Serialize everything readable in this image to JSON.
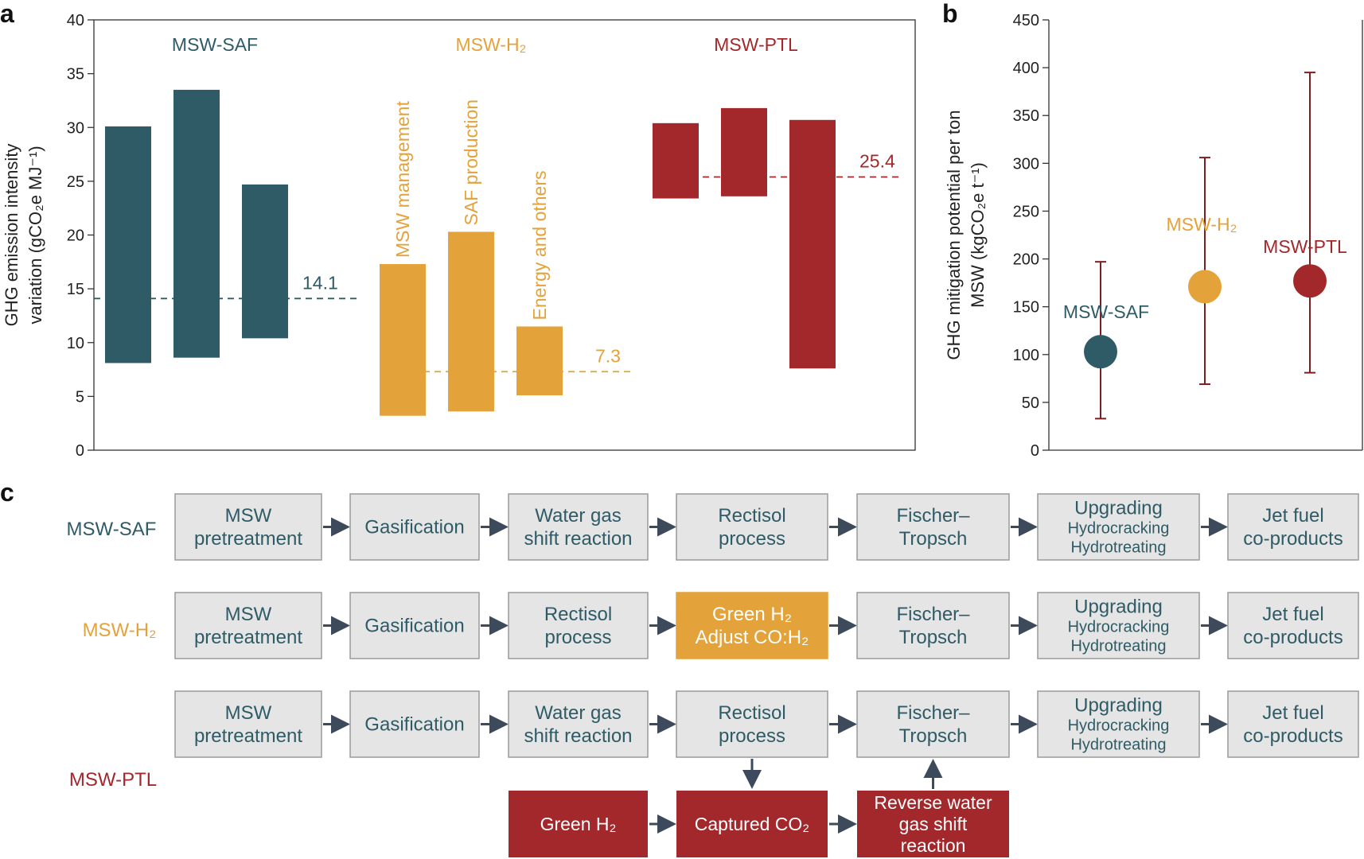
{
  "colors": {
    "saf": "#2e5b66",
    "h2": "#e4a23b",
    "ptl": "#a3282b",
    "box_fill": "#e5e5e5",
    "box_stroke": "#9a9a9a",
    "arrow": "#3c4a5c"
  },
  "panel_labels": [
    "a",
    "b",
    "c"
  ],
  "chart_data": [
    {
      "type": "bar",
      "panel": "a",
      "ylabel_lines": [
        "GHG emission intensity",
        "variation (gCO₂e MJ⁻¹)"
      ],
      "ylim": [
        0,
        40
      ],
      "yticks": [
        0,
        5,
        10,
        15,
        20,
        25,
        30,
        35,
        40
      ],
      "series": [
        {
          "name": "MSW-SAF",
          "color_key": "saf",
          "bar_labels": [
            "",
            "",
            ""
          ],
          "ranges": [
            [
              8.1,
              30.1
            ],
            [
              8.6,
              33.5
            ],
            [
              10.4,
              24.7
            ]
          ],
          "reference": 14.1,
          "reference_label": "14.1"
        },
        {
          "name": "MSW-H₂",
          "color_key": "h2",
          "bar_labels": [
            "MSW management",
            "SAF production",
            "Energy and others"
          ],
          "ranges": [
            [
              3.2,
              17.3
            ],
            [
              3.6,
              20.3
            ],
            [
              5.1,
              11.5
            ]
          ],
          "reference": 7.3,
          "reference_label": "7.3"
        },
        {
          "name": "MSW-PTL",
          "color_key": "ptl",
          "bar_labels": [
            "",
            "",
            ""
          ],
          "ranges": [
            [
              23.4,
              30.4
            ],
            [
              23.6,
              31.8
            ],
            [
              7.6,
              30.7
            ]
          ],
          "reference": 25.4,
          "reference_label": "25.4"
        }
      ]
    },
    {
      "type": "scatter",
      "panel": "b",
      "ylabel_lines": [
        "GHG mitigation potential per ton",
        "MSW (kgCO₂e t⁻¹)"
      ],
      "ylim": [
        0,
        450
      ],
      "yticks": [
        0,
        50,
        100,
        150,
        200,
        250,
        300,
        350,
        400,
        450
      ],
      "points": [
        {
          "name": "MSW-SAF",
          "color_key": "saf",
          "value": 103,
          "low": 33,
          "high": 197
        },
        {
          "name": "MSW-H₂",
          "color_key": "h2",
          "value": 171,
          "low": 69,
          "high": 306
        },
        {
          "name": "MSW-PTL",
          "color_key": "ptl",
          "value": 177,
          "low": 81,
          "high": 395
        }
      ]
    }
  ],
  "diagram": {
    "rows": [
      {
        "name": "MSW-SAF",
        "color_key": "saf",
        "steps": [
          {
            "lines": [
              "MSW",
              "pretreatment"
            ],
            "style": "grey"
          },
          {
            "lines": [
              "Gasification"
            ],
            "style": "grey"
          },
          {
            "lines": [
              "Water gas",
              "shift reaction"
            ],
            "style": "grey"
          },
          {
            "lines": [
              "Rectisol",
              "process"
            ],
            "style": "grey"
          },
          {
            "lines": [
              "Fischer–",
              "Tropsch"
            ],
            "style": "grey"
          },
          {
            "lines": [
              "Upgrading",
              "Hydrocracking",
              "Hydrotreating"
            ],
            "style": "grey"
          },
          {
            "lines": [
              "Jet fuel",
              "co-products"
            ],
            "style": "grey"
          }
        ]
      },
      {
        "name": "MSW-H₂",
        "color_key": "h2",
        "steps": [
          {
            "lines": [
              "MSW",
              "pretreatment"
            ],
            "style": "grey"
          },
          {
            "lines": [
              "Gasification"
            ],
            "style": "grey"
          },
          {
            "lines": [
              "Rectisol",
              "process"
            ],
            "style": "grey"
          },
          {
            "lines": [
              "Green H₂",
              "Adjust CO:H₂"
            ],
            "style": "h2"
          },
          {
            "lines": [
              "Fischer–",
              "Tropsch"
            ],
            "style": "grey"
          },
          {
            "lines": [
              "Upgrading",
              "Hydrocracking",
              "Hydrotreating"
            ],
            "style": "grey"
          },
          {
            "lines": [
              "Jet fuel",
              "co-products"
            ],
            "style": "grey"
          }
        ]
      },
      {
        "name": "MSW-PTL",
        "color_key": "ptl",
        "steps": [
          {
            "lines": [
              "MSW",
              "pretreatment"
            ],
            "style": "grey"
          },
          {
            "lines": [
              "Gasification"
            ],
            "style": "grey"
          },
          {
            "lines": [
              "Water gas",
              "shift reaction"
            ],
            "style": "grey"
          },
          {
            "lines": [
              "Rectisol",
              "process"
            ],
            "style": "grey"
          },
          {
            "lines": [
              "Fischer–",
              "Tropsch"
            ],
            "style": "grey"
          },
          {
            "lines": [
              "Upgrading",
              "Hydrocracking",
              "Hydrotreating"
            ],
            "style": "grey"
          },
          {
            "lines": [
              "Jet fuel",
              "co-products"
            ],
            "style": "grey"
          }
        ],
        "sub_steps": [
          {
            "lines": [
              "Green H₂"
            ]
          },
          {
            "lines": [
              "Captured CO₂"
            ]
          },
          {
            "lines": [
              "Reverse water",
              "gas shift",
              "reaction"
            ]
          }
        ]
      }
    ]
  }
}
